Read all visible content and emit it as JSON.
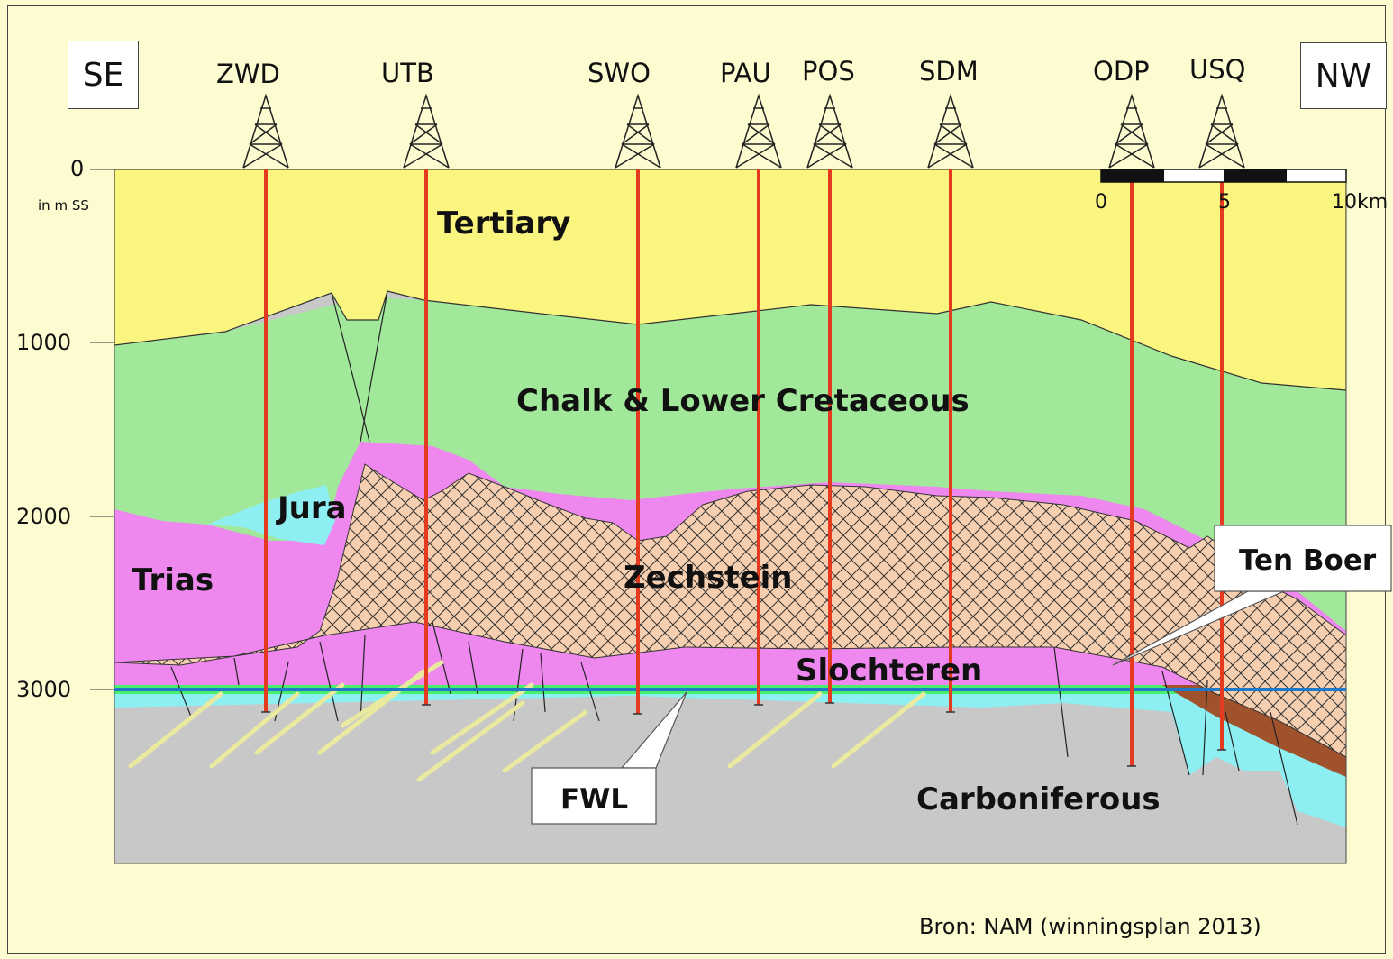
{
  "directions": {
    "left": "SE",
    "right": "NW"
  },
  "depth_unit": "in m SS",
  "depth_ticks": [
    "0",
    "1000",
    "2000",
    "3000"
  ],
  "wells": [
    "ZWD",
    "UTB",
    "SWO",
    "PAU",
    "POS",
    "SDM",
    "ODP",
    "USQ"
  ],
  "scale_bar": {
    "labels": [
      "0",
      "5",
      "10km"
    ]
  },
  "layers": {
    "tertiary": "Tertiary",
    "chalk": "Chalk & Lower Cretaceous",
    "jura": "Jura",
    "trias": "Trias",
    "zechstein": "Zechstein",
    "slochteren": "Slochteren",
    "carboniferous": "Carboniferous"
  },
  "callouts": {
    "ten_boer": "Ten Boer",
    "fwl": "FWL"
  },
  "source": "Bron: NAM (winningsplan 2013)",
  "colors": {
    "tertiary": "#faf57e",
    "chalk": "#a2e89b",
    "jura": "#8eeff2",
    "trias": "#ee88ee",
    "zechstein": "#f6cfb0",
    "slochteren": "#48ee6e",
    "ten_boer": "#a0522d",
    "carboniferous": "#c8c8c8",
    "well": "#e43a1f",
    "fwl": "#1f78c8"
  }
}
